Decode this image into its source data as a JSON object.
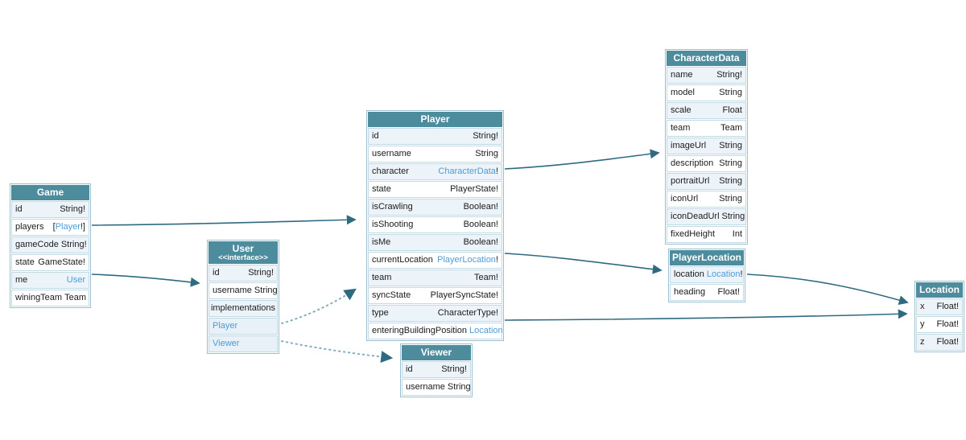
{
  "colors": {
    "header_bg": "#4d8c9d",
    "link_text": "#4d9bd6",
    "edge_solid": "#2e6b80",
    "edge_dotted": "#86afbe",
    "row_alt_bg": "#edf4f9",
    "border": "#9cc0cf"
  },
  "tables": {
    "game": {
      "title": "Game",
      "fields": [
        {
          "name": "id",
          "type_prefix": "",
          "type": "String!",
          "type_suffix": ""
        },
        {
          "name": "players",
          "type_prefix": "[",
          "type": "Player",
          "type_suffix": "!]"
        },
        {
          "name": "gameCode",
          "type_prefix": "",
          "type": "String!",
          "type_suffix": ""
        },
        {
          "name": "state",
          "type_prefix": "",
          "type": "GameState!",
          "type_suffix": ""
        },
        {
          "name": "me",
          "type_prefix": "",
          "type": "User",
          "type_suffix": ""
        },
        {
          "name": "winingTeam",
          "type_prefix": "",
          "type": "Team",
          "type_suffix": ""
        }
      ]
    },
    "user": {
      "title": "User",
      "subtitle": "<<interface>>",
      "fields": [
        {
          "name": "id",
          "type": "String!"
        },
        {
          "name": "username",
          "type": "String"
        }
      ],
      "implementations_label": "implementations",
      "implementations": [
        {
          "name": "Player"
        },
        {
          "name": "Viewer"
        }
      ]
    },
    "player": {
      "title": "Player",
      "fields": [
        {
          "name": "id",
          "type": "String!",
          "type_suffix": ""
        },
        {
          "name": "username",
          "type": "String",
          "type_suffix": ""
        },
        {
          "name": "character",
          "type": "CharacterData",
          "type_suffix": "!"
        },
        {
          "name": "state",
          "type": "PlayerState!",
          "type_suffix": ""
        },
        {
          "name": "isCrawling",
          "type": "Boolean!",
          "type_suffix": ""
        },
        {
          "name": "isShooting",
          "type": "Boolean!",
          "type_suffix": ""
        },
        {
          "name": "isMe",
          "type": "Boolean!",
          "type_suffix": ""
        },
        {
          "name": "currentLocation",
          "type": "PlayerLocation",
          "type_suffix": "!"
        },
        {
          "name": "team",
          "type": "Team!",
          "type_suffix": ""
        },
        {
          "name": "syncState",
          "type": "PlayerSyncState!",
          "type_suffix": ""
        },
        {
          "name": "type",
          "type": "CharacterType!",
          "type_suffix": ""
        },
        {
          "name": "enteringBuildingPosition",
          "type": "Location",
          "type_suffix": ""
        }
      ]
    },
    "viewer": {
      "title": "Viewer",
      "fields": [
        {
          "name": "id",
          "type": "String!"
        },
        {
          "name": "username",
          "type": "String"
        }
      ]
    },
    "characterData": {
      "title": "CharacterData",
      "fields": [
        {
          "name": "name",
          "type": "String!"
        },
        {
          "name": "model",
          "type": "String"
        },
        {
          "name": "scale",
          "type": "Float"
        },
        {
          "name": "team",
          "type": "Team"
        },
        {
          "name": "imageUrl",
          "type": "String"
        },
        {
          "name": "description",
          "type": "String"
        },
        {
          "name": "portraitUrl",
          "type": "String"
        },
        {
          "name": "iconUrl",
          "type": "String"
        },
        {
          "name": "iconDeadUrl",
          "type": "String"
        },
        {
          "name": "fixedHeight",
          "type": "Int"
        }
      ]
    },
    "playerLocation": {
      "title": "PlayerLocation",
      "fields": [
        {
          "name": "location",
          "type": "Location",
          "type_suffix": "!"
        },
        {
          "name": "heading",
          "type": "Float!",
          "type_suffix": ""
        }
      ]
    },
    "location": {
      "title": "Location",
      "fields": [
        {
          "name": "x",
          "type": "Float!"
        },
        {
          "name": "y",
          "type": "Float!"
        },
        {
          "name": "z",
          "type": "Float!"
        }
      ]
    }
  },
  "edges": [
    {
      "from": "Game.players",
      "to": "Player",
      "style": "solid"
    },
    {
      "from": "Game.me",
      "to": "User",
      "style": "solid"
    },
    {
      "from": "Player.character",
      "to": "CharacterData",
      "style": "solid"
    },
    {
      "from": "Player.currentLocation",
      "to": "PlayerLocation",
      "style": "solid"
    },
    {
      "from": "Player.enteringBuildingPosition",
      "to": "Location",
      "style": "solid"
    },
    {
      "from": "PlayerLocation.location",
      "to": "Location",
      "style": "solid"
    },
    {
      "from": "User.Player",
      "to": "Player",
      "style": "dotted"
    },
    {
      "from": "User.Viewer",
      "to": "Viewer",
      "style": "dotted"
    }
  ]
}
